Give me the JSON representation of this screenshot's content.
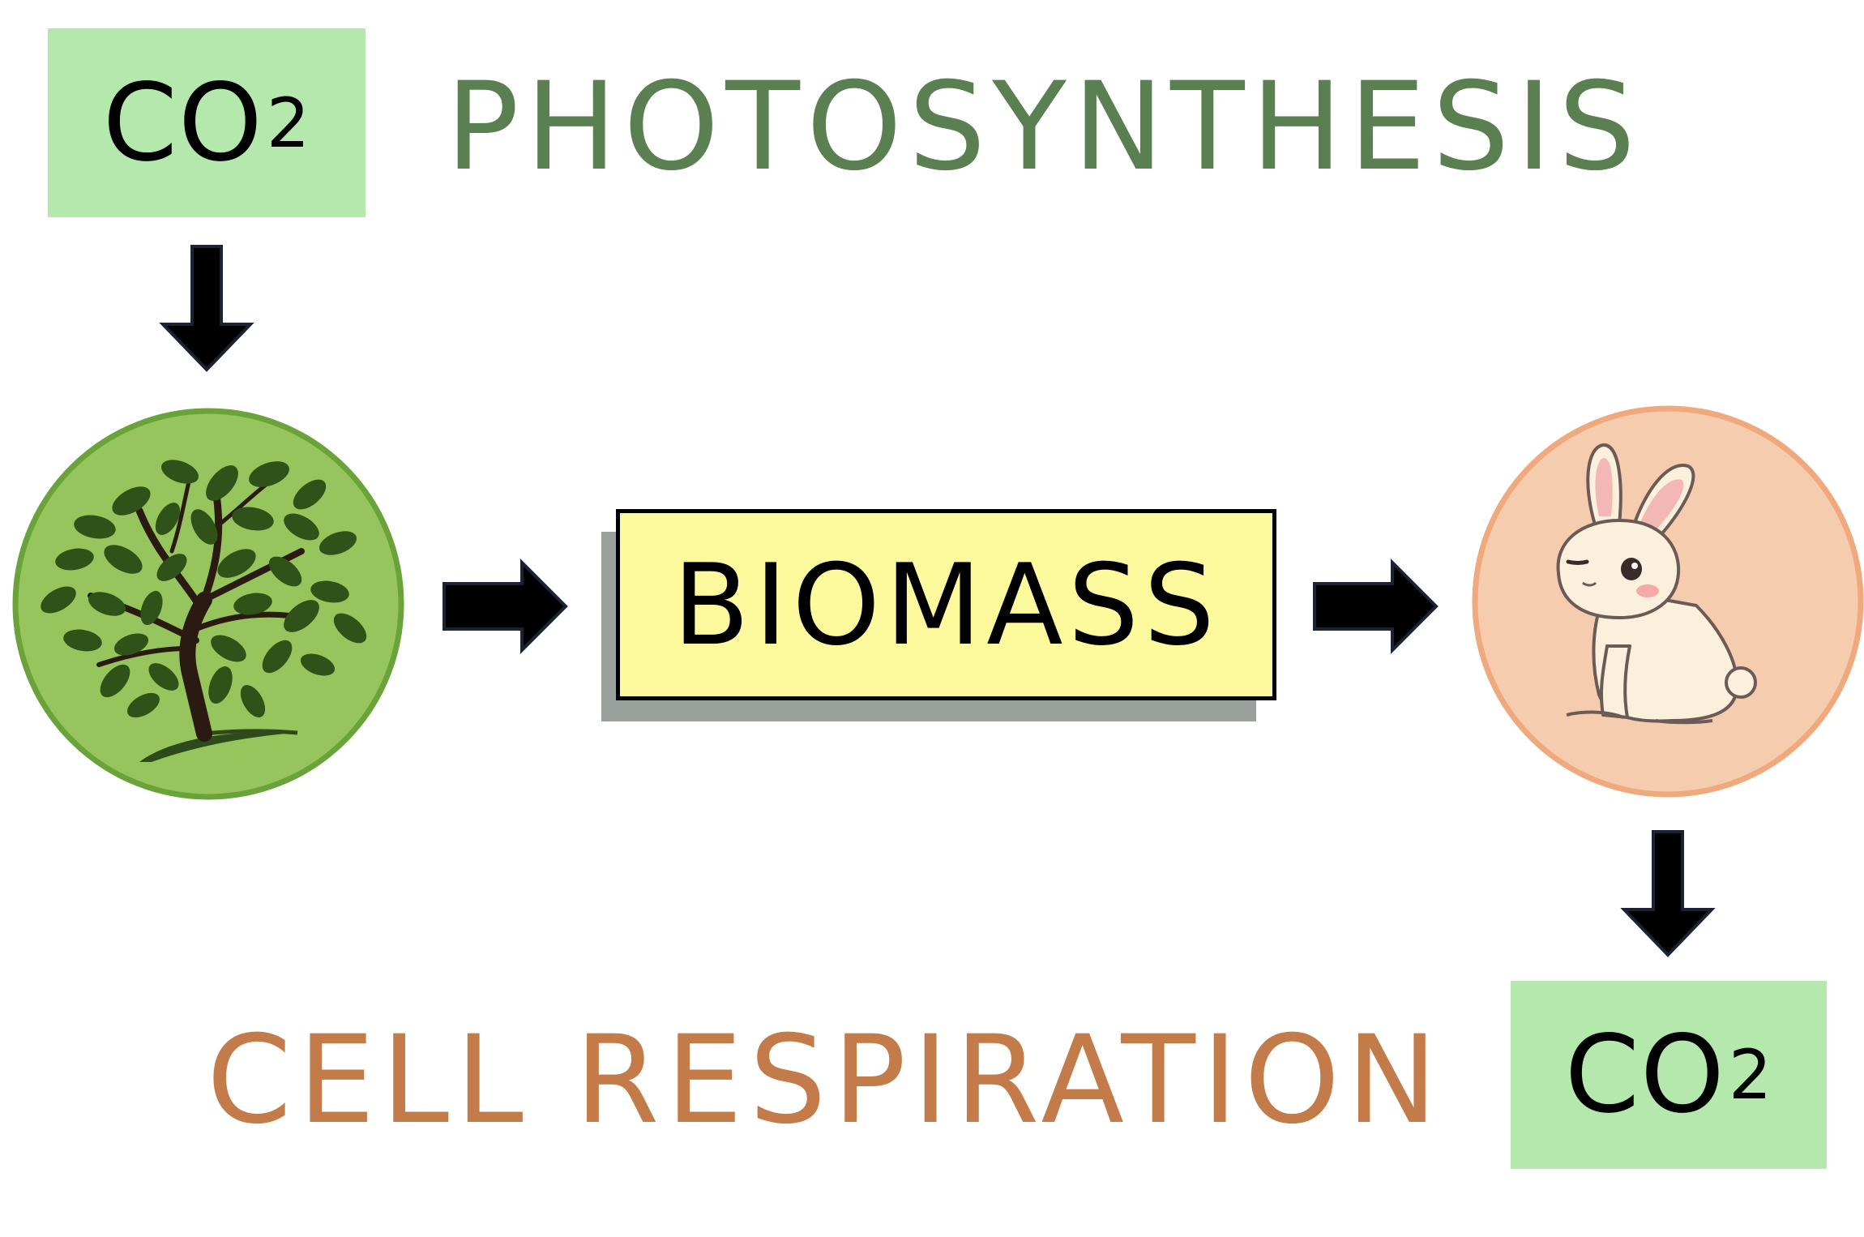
{
  "labels": {
    "photosynthesis": "PHOTOSYNTHESIS",
    "cell_respiration": "CELL RESPIRATION",
    "biomass": "BIOMASS",
    "co2_top": "CO",
    "co2_top_sub": "2",
    "co2_bottom": "CO",
    "co2_bottom_sub": "2"
  },
  "icons": {
    "tree": "tree-icon",
    "rabbit": "rabbit-icon",
    "arrow": "arrow-icon"
  },
  "colors": {
    "photosynthesis_text": "#5a8052",
    "respiration_text": "#c47b4a",
    "co2_box": "#b5e8ad",
    "biomass_box": "#fdfa9e",
    "tree_circle": "#95c55c",
    "tree_circle_border": "#6aa33a",
    "rabbit_circle": "#f6ccaf",
    "rabbit_circle_border": "#f0a97c"
  }
}
